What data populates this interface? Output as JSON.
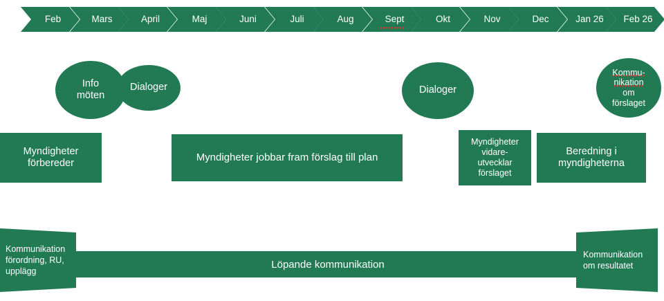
{
  "theme": {
    "brand_green": "#227a54",
    "text_on_green": "#ffffff",
    "background": "#ffffff",
    "spellcheck_underline": "#e03131"
  },
  "timeline": {
    "name": "month-timeline",
    "months": [
      {
        "label": "Feb",
        "spellcheck_error": false
      },
      {
        "label": "Mars",
        "spellcheck_error": false
      },
      {
        "label": "April",
        "spellcheck_error": false
      },
      {
        "label": "Maj",
        "spellcheck_error": false
      },
      {
        "label": "Juni",
        "spellcheck_error": false
      },
      {
        "label": "Juli",
        "spellcheck_error": false
      },
      {
        "label": "Aug",
        "spellcheck_error": false
      },
      {
        "label": "Sept",
        "spellcheck_error": true
      },
      {
        "label": "Okt",
        "spellcheck_error": false
      },
      {
        "label": "Nov",
        "spellcheck_error": false
      },
      {
        "label": "Dec",
        "spellcheck_error": false
      },
      {
        "label": "Jan 26",
        "spellcheck_error": false
      },
      {
        "label": "Feb 26",
        "spellcheck_error": false
      }
    ]
  },
  "activities": {
    "ellipses": [
      {
        "name": "info-moten",
        "lines": [
          "Info",
          "möten"
        ]
      },
      {
        "name": "dialoger-1",
        "lines": [
          "Dialoger"
        ]
      },
      {
        "name": "dialoger-2",
        "lines": [
          "Dialoger"
        ]
      },
      {
        "name": "kommunikation-om-forslaget",
        "lines": [
          "Kommu-",
          "nikation",
          "om",
          "förslaget"
        ]
      }
    ]
  },
  "workstreams": {
    "boxes": [
      {
        "name": "myndigheter-forbereder",
        "lines": [
          "Myndigheter",
          "förbereder"
        ]
      },
      {
        "name": "myndigheter-jobbar-fram",
        "lines": [
          "Myndigheter jobbar fram förslag till plan"
        ]
      },
      {
        "name": "myndigheter-vidareutvecklar",
        "lines": [
          "Myndigheter",
          "vidare-",
          "utvecklar",
          "förslaget"
        ]
      },
      {
        "name": "beredning-i-myndigheterna",
        "lines": [
          "Beredning i",
          "myndigheterna"
        ]
      }
    ]
  },
  "communication": {
    "start": {
      "lines": [
        "Kommunikation",
        "förordning, RU,",
        "upplägg"
      ]
    },
    "ongoing": {
      "label": "Löpande kommunikation"
    },
    "end": {
      "lines": [
        "Kommunikation",
        "om resultatet"
      ]
    }
  }
}
